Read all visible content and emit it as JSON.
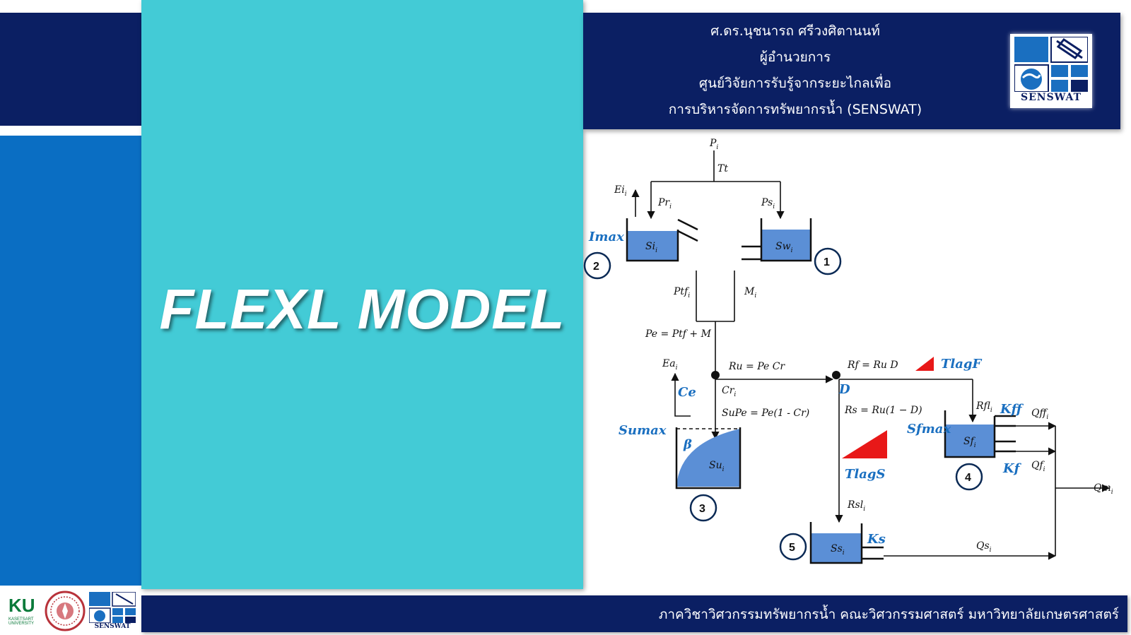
{
  "slide": {
    "title": "FLEXL MODEL"
  },
  "header": {
    "lines": [
      "ศ.ดร.นุชนารถ  ศรีวงศิตานนท์",
      "ผู้อำนวยการ",
      "ศูนย์วิจัยการรับรู้จากระยะไกลเพื่อ",
      "การบริหารจัดการทรัพยากรน้ำ (SENSWAT)"
    ],
    "logo_word": "SENSWAT"
  },
  "footer": {
    "text": "ภาควิชาวิศวกรรมทรัพยากรน้ำ คณะวิศวกรรมศาสตร์ มหาวิทยาลัยเกษตรศาสตร์"
  },
  "footer_logos": {
    "ku_text": "KU",
    "ku_sub": "KASETSART UNIVERSITY",
    "senswat_word": "SENSWAT"
  },
  "diagram": {
    "labels": {
      "p": "P",
      "tt": "Tt",
      "e_i": "Ei",
      "pr": "Pr",
      "ps": "Ps",
      "imax": "Imax",
      "si": "Si",
      "sw": "Sw",
      "ptf": "Ptf",
      "m": "M",
      "pe_eq": "Pe = Ptf + M",
      "ea": "Ea",
      "ru_eq": "Ru = Pe Cr",
      "rf_eq": "Rf = Ru D",
      "tlagf": "TlagF",
      "d": "D",
      "ce": "Ce",
      "cr": "Cr",
      "supe_eq": "SuPe = Pe(1 - Cr)",
      "rs_eq": "Rs = Ru(1 − D)",
      "rfl": "Rfl",
      "kff": "Kff",
      "qff": "Qff",
      "sfmax": "Sfmax",
      "sf": "Sf",
      "kf": "Kf",
      "qf": "Qf",
      "sumax": "Sumax",
      "beta": "β",
      "su": "Su",
      "tlags": "TlagS",
      "qm": "Qm",
      "rsl": "Rsl",
      "ss": "Ss",
      "ks": "Ks",
      "qs": "Qs",
      "subscript": "i"
    },
    "circles": [
      "1",
      "2",
      "3",
      "4",
      "5"
    ]
  }
}
